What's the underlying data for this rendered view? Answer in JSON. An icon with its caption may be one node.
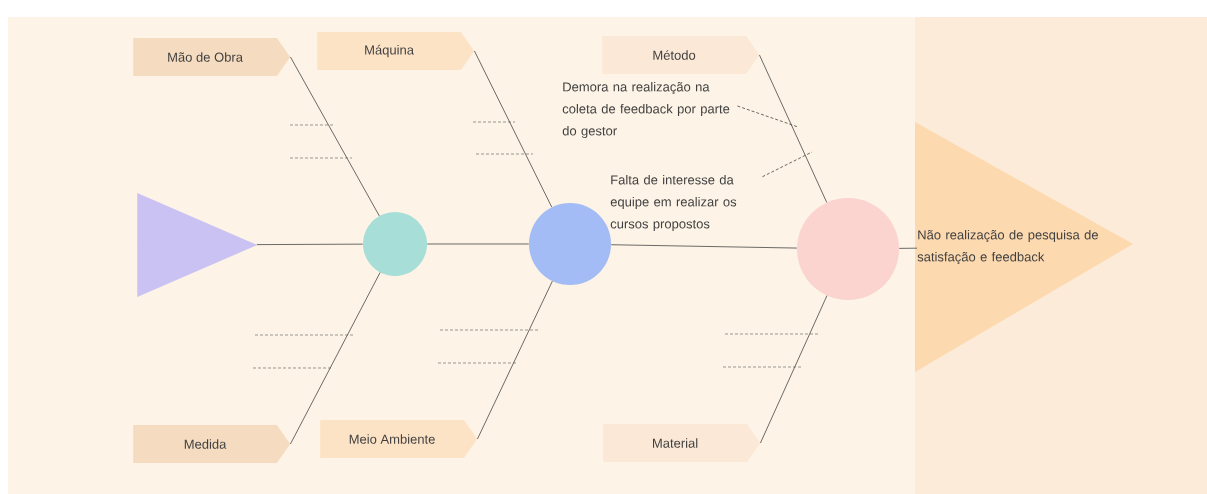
{
  "diagram": {
    "nodes": [
      {
        "text": [
          "Mão de Obra"
        ]
      },
      {
        "text": [
          "Máquina"
        ]
      },
      {
        "text": [
          "Método"
        ]
      },
      {
        "text": [
          "Medida"
        ]
      },
      {
        "text": [
          "Meio Ambiente"
        ]
      },
      {
        "text": [
          "Material"
        ]
      },
      {
        "text": [],
        "shape": "triangle"
      },
      {
        "text": [],
        "shape": "circle"
      },
      {
        "text": [],
        "shape": "circle"
      },
      {
        "text": [],
        "shape": "circle"
      },
      {
        "text": [
          "Não realização de pesquisa de satisfação e feedback"
        ]
      },
      {
        "text": [
          "Demora na realização na coleta de feedback por parte do gestor"
        ]
      },
      {
        "text": [
          "Falta de interesse da equipe em realizar os cursos propostos"
        ]
      }
    ],
    "edges": [
      {
        "from": 6,
        "to": 7,
        "arrow": "none"
      },
      {
        "from": 7,
        "to": 8,
        "arrow": "none"
      },
      {
        "from": 8,
        "to": 9,
        "arrow": "none"
      },
      {
        "from": 9,
        "to": 10,
        "arrow": "none"
      },
      {
        "from": 0,
        "to": 7,
        "arrow": "none"
      },
      {
        "from": 3,
        "to": 7,
        "arrow": "none"
      },
      {
        "from": 1,
        "to": 8,
        "arrow": "none"
      },
      {
        "from": 4,
        "to": 8,
        "arrow": "none"
      },
      {
        "from": 2,
        "to": 9,
        "arrow": "none"
      },
      {
        "from": 5,
        "to": 9,
        "arrow": "none"
      },
      {
        "from": 11,
        "to": null,
        "arrow": "none",
        "style": "dashed"
      },
      {
        "from": 12,
        "to": null,
        "arrow": "none",
        "style": "dashed"
      }
    ]
  }
}
